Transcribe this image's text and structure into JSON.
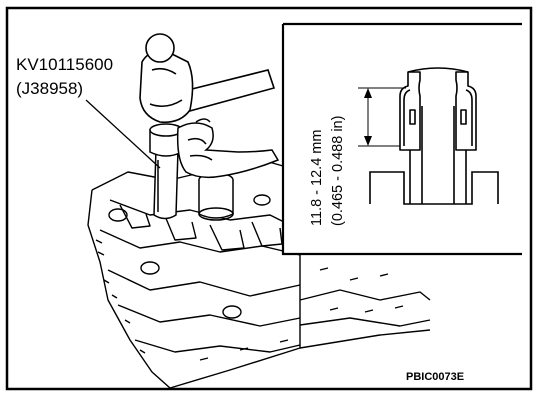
{
  "labels": {
    "tool_part_number": "KV10115600",
    "tool_alt_number": "(J38958)",
    "dimension_mm": "11.8 - 12.4 mm",
    "dimension_in": "(0.465 - 0.488 in)",
    "figure_code": "PBIC0073E"
  },
  "colors": {
    "line": "#000000",
    "background": "#ffffff"
  }
}
